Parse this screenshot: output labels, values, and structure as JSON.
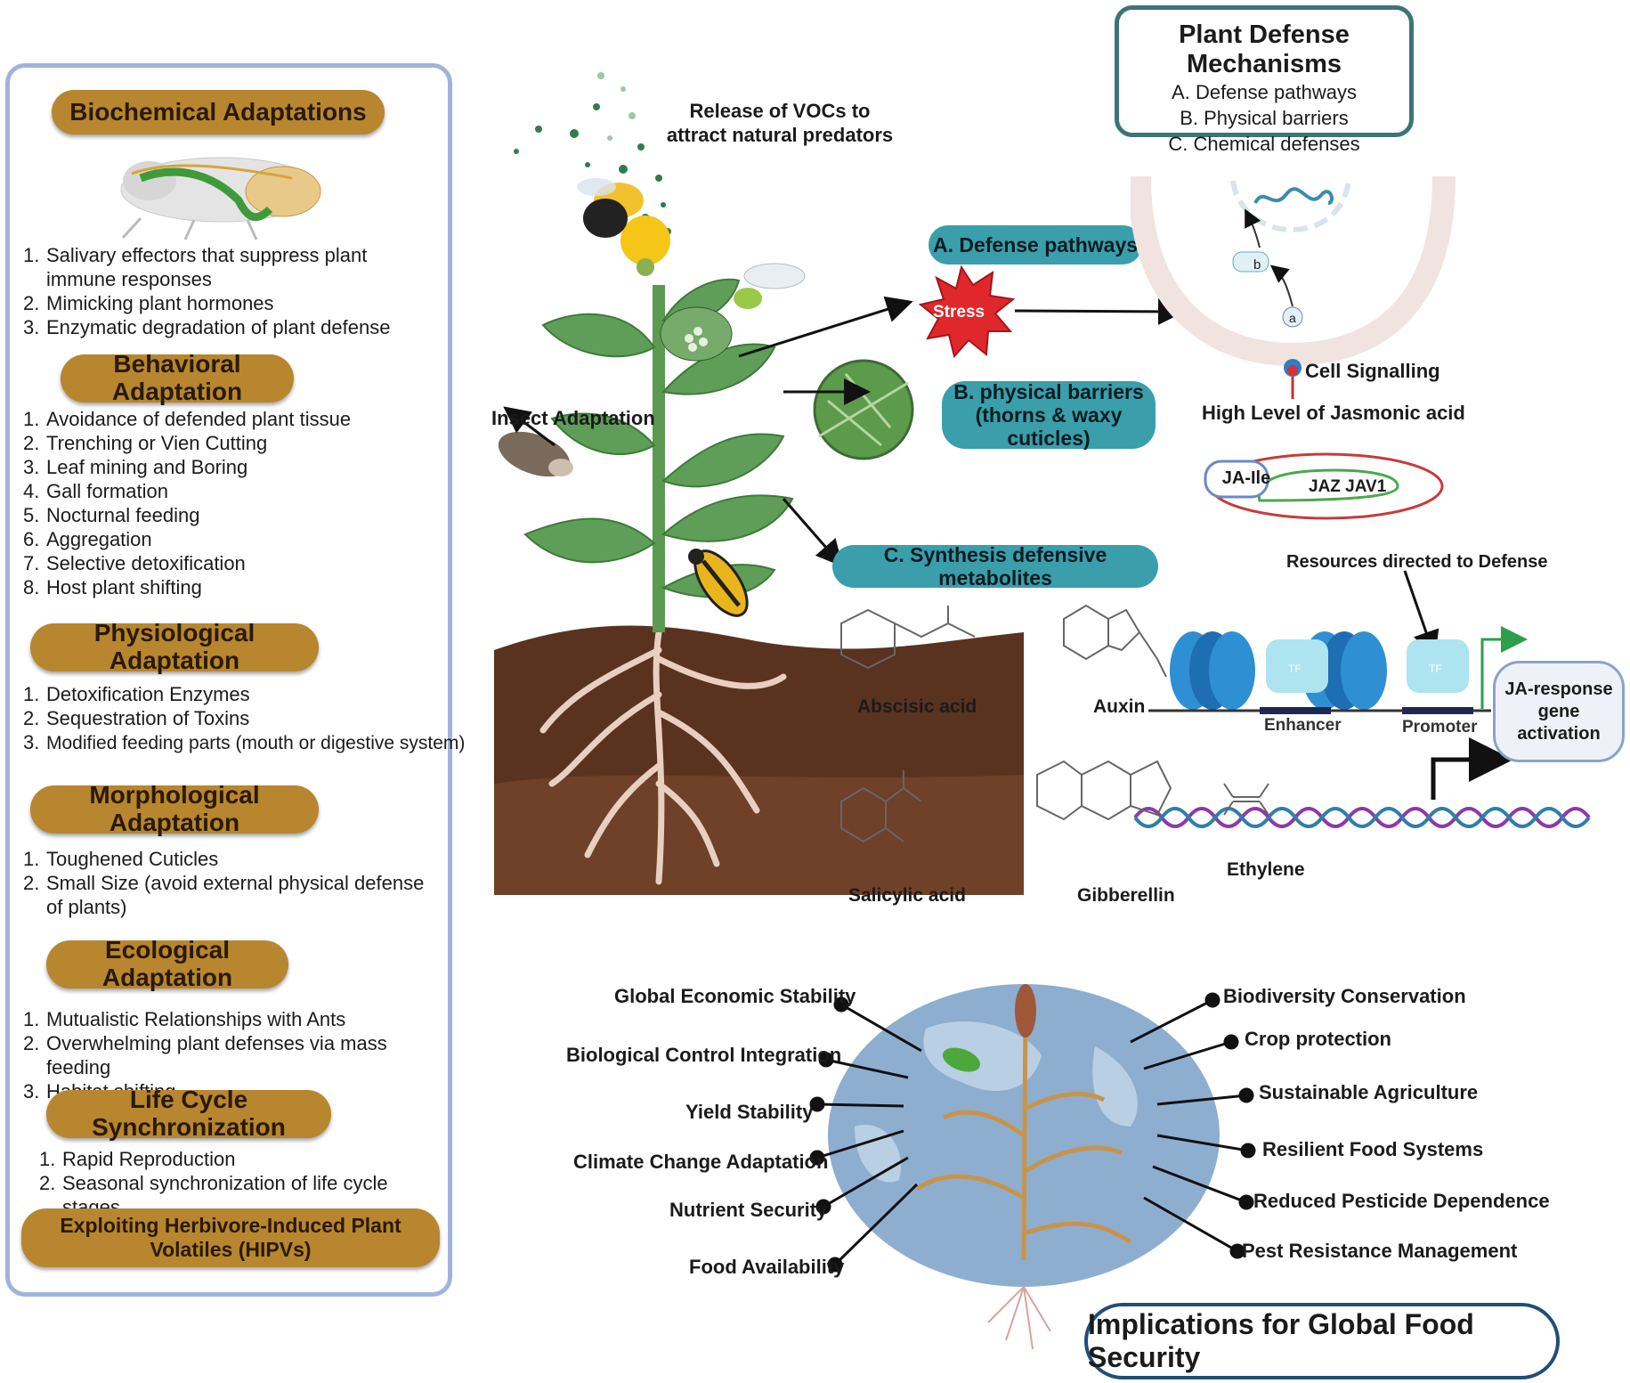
{
  "header": {
    "title": "Plant Defense Mechanisms",
    "items": [
      "A. Defense pathways",
      "B. Physical barriers",
      "C. Chemical defenses"
    ]
  },
  "left_panel": {
    "sections": [
      {
        "title": "Biochemical  Adaptations",
        "items": [
          "Salivary effectors that suppress plant immune responses",
          "Mimicking plant hormones",
          "Enzymatic degradation of plant defense"
        ]
      },
      {
        "title": "Behavioral Adaptation",
        "items": [
          "Avoidance of defended plant tissue",
          "Trenching or Vien Cutting",
          "Leaf mining and Boring",
          "Gall formation",
          "Nocturnal feeding",
          "Aggregation",
          "Selective detoxification",
          "Host plant shifting"
        ]
      },
      {
        "title": "Physiological Adaptation",
        "items": [
          "Detoxification Enzymes",
          "Sequestration of Toxins",
          "Modified feeding parts (mouth or digestive system)"
        ]
      },
      {
        "title": "Morphological Adaptation",
        "items": [
          "Toughened Cuticles",
          "Small Size (avoid external physical defense of plants)"
        ]
      },
      {
        "title": "Ecological Adaptation",
        "items": [
          "Mutualistic Relationships with Ants",
          "Overwhelming plant defenses via mass feeding",
          "Habitat shifting"
        ]
      },
      {
        "title": "Life Cycle Synchronization",
        "items": [
          "Rapid Reproduction",
          "Seasonal synchronization of life cycle stages"
        ]
      },
      {
        "title": "Exploiting Herbivore-Induced Plant Volatiles (HIPVs)",
        "items": []
      }
    ]
  },
  "center": {
    "voc_label": "Release of VOCs to attract natural predators",
    "insect_adaptation": "Insect Adaptation",
    "stress": "Stress",
    "defense_pathways": "A. Defense pathways",
    "physical_barriers": "B. physical barriers (thorns & waxy cuticles)",
    "metabolites": "C. Synthesis defensive metabolites"
  },
  "cell": {
    "label_a": "a",
    "label_b": "b",
    "cell_signalling": "Cell Signalling",
    "jasmonic": "High Level of Jasmonic acid",
    "ja_ile": "JA-Ile",
    "jaz": "JAZ JAV1",
    "resources": "Resources directed to Defense",
    "tf": "TF",
    "enhancer": "Enhancer",
    "promoter": "Promoter",
    "ja_response": "JA-response gene activation"
  },
  "metabolites": [
    "Abscisic acid",
    "Auxin",
    "Salicylic acid",
    "Gibberellin",
    "Ethylene"
  ],
  "food_security": {
    "title": "Implications for Global Food Security",
    "left": [
      "Global Economic Stability",
      "Biological Control Integration",
      "Yield Stability",
      "Climate Change Adaptation",
      "Nutrient Security",
      "Food Availability"
    ],
    "right": [
      "Biodiversity Conservation",
      "Crop protection",
      "Sustainable Agriculture",
      "Resilient Food Systems",
      "Reduced Pesticide Dependence",
      "Pest Resistance Management"
    ]
  },
  "colors": {
    "pill": "#b7862e",
    "teal": "#3a9eab",
    "panel_border": "#9fb4dc",
    "soil": "#5a3320"
  }
}
